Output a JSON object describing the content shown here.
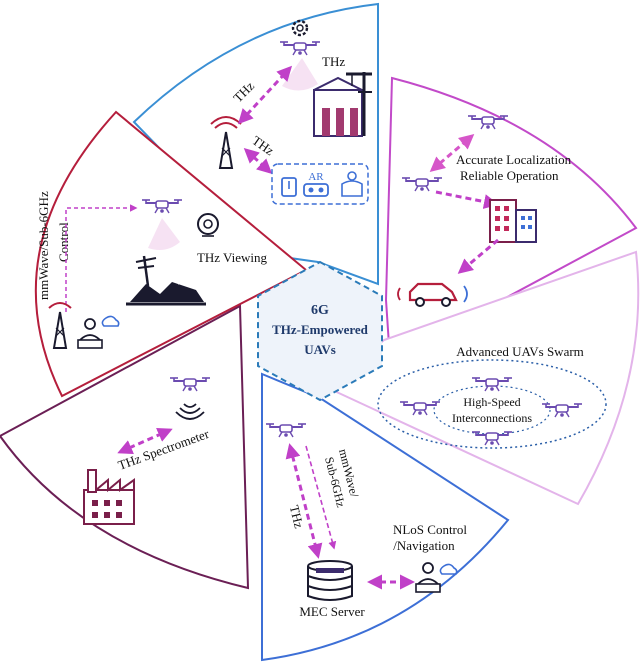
{
  "center": {
    "line1": "6G",
    "line2": "THz-Empowered",
    "line3": "UAVs"
  },
  "colors": {
    "top_sector": "#3a8fd4",
    "right_sector": "#c24ac9",
    "lower_right_sector": "#e3b4ea",
    "bottom_sector": "#3d6fd6",
    "left_bottom_sector": "#6b1f55",
    "left_top_sector": "#b51e3c",
    "hexagon": "#2b7bb9",
    "arrow": "#c040c8",
    "drone": "#6b4bb0",
    "industrial": "#7a1f4a",
    "dark": "#1a1a2e"
  },
  "sectors": {
    "top": {
      "thz_to_drone": "THz",
      "thz_to_factory": "THz",
      "thz_to_devices": "THz",
      "ar_badge": "AR"
    },
    "right": {
      "line1": "Accurate Localization",
      "line2": "Reliable Operation"
    },
    "lower_right": {
      "title": "Advanced UAVs Swarm",
      "inner1": "High-Speed",
      "inner2": "Interconnections"
    },
    "bottom": {
      "thz": "THz",
      "mmwave1": "mmWave/",
      "mmwave2": "Sub-6GHz",
      "nlos1": "NLoS Control",
      "nlos2": "/Navigation",
      "server": "MEC Server"
    },
    "left_bottom": {
      "spectrometer": "THz Spectrometer"
    },
    "left_top": {
      "vertical1": "mmWave/Sub-6GHz",
      "vertical2": "Control",
      "viewing": "THz Viewing"
    }
  }
}
